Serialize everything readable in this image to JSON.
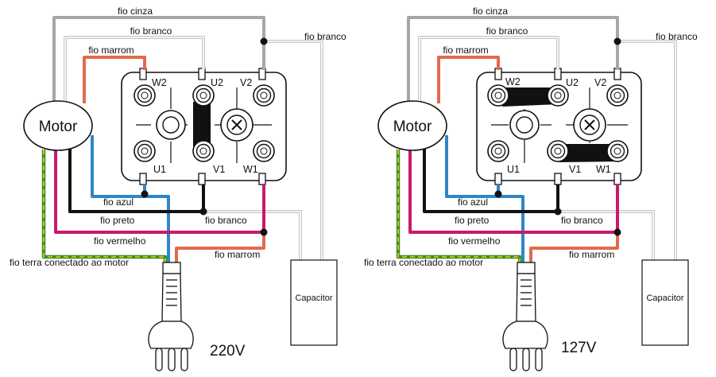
{
  "colors": {
    "gray": "#a7a7a7",
    "white_wire": "#c6c6c6",
    "brown": "#e26b4b",
    "blue": "#2f86c8",
    "black": "#111111",
    "red": "#c9196d",
    "green": "#3a8f2f",
    "yellow": "#f0d200"
  },
  "icons": [
    "motor-circle",
    "terminal-block",
    "jumper-bar",
    "plug",
    "capacitor"
  ],
  "diagrams": [
    {
      "voltage": "220V",
      "motor_label": "Motor",
      "capacitor_label": "Capacitor",
      "terminals": {
        "w2": "W2",
        "u2": "U2",
        "v2": "V2",
        "u1": "U1",
        "v1": "V1",
        "w1": "W1"
      },
      "wires": {
        "gray": "fio cinza",
        "white_top": "fio branco",
        "white_right": "fio branco",
        "brown_top": "fio marrom",
        "blue": "fio azul",
        "black": "fio preto",
        "white_mid": "fio branco",
        "red": "fio vermelho",
        "ground": "fio terra conectado ao motor",
        "brown_bottom": "fio marrom"
      }
    },
    {
      "voltage": "127V",
      "motor_label": "Motor",
      "capacitor_label": "Capacitor",
      "terminals": {
        "w2": "W2",
        "u2": "U2",
        "v2": "V2",
        "u1": "U1",
        "v1": "V1",
        "w1": "W1"
      },
      "wires": {
        "gray": "fio cinza",
        "white_top": "fio branco",
        "white_right": "fio branco",
        "brown_top": "fio marrom",
        "blue": "fio azul",
        "black": "fio preto",
        "white_mid": "fio branco",
        "red": "fio vermelho",
        "ground": "fio terra conectado ao motor",
        "brown_bottom": "fio marrom"
      }
    }
  ]
}
